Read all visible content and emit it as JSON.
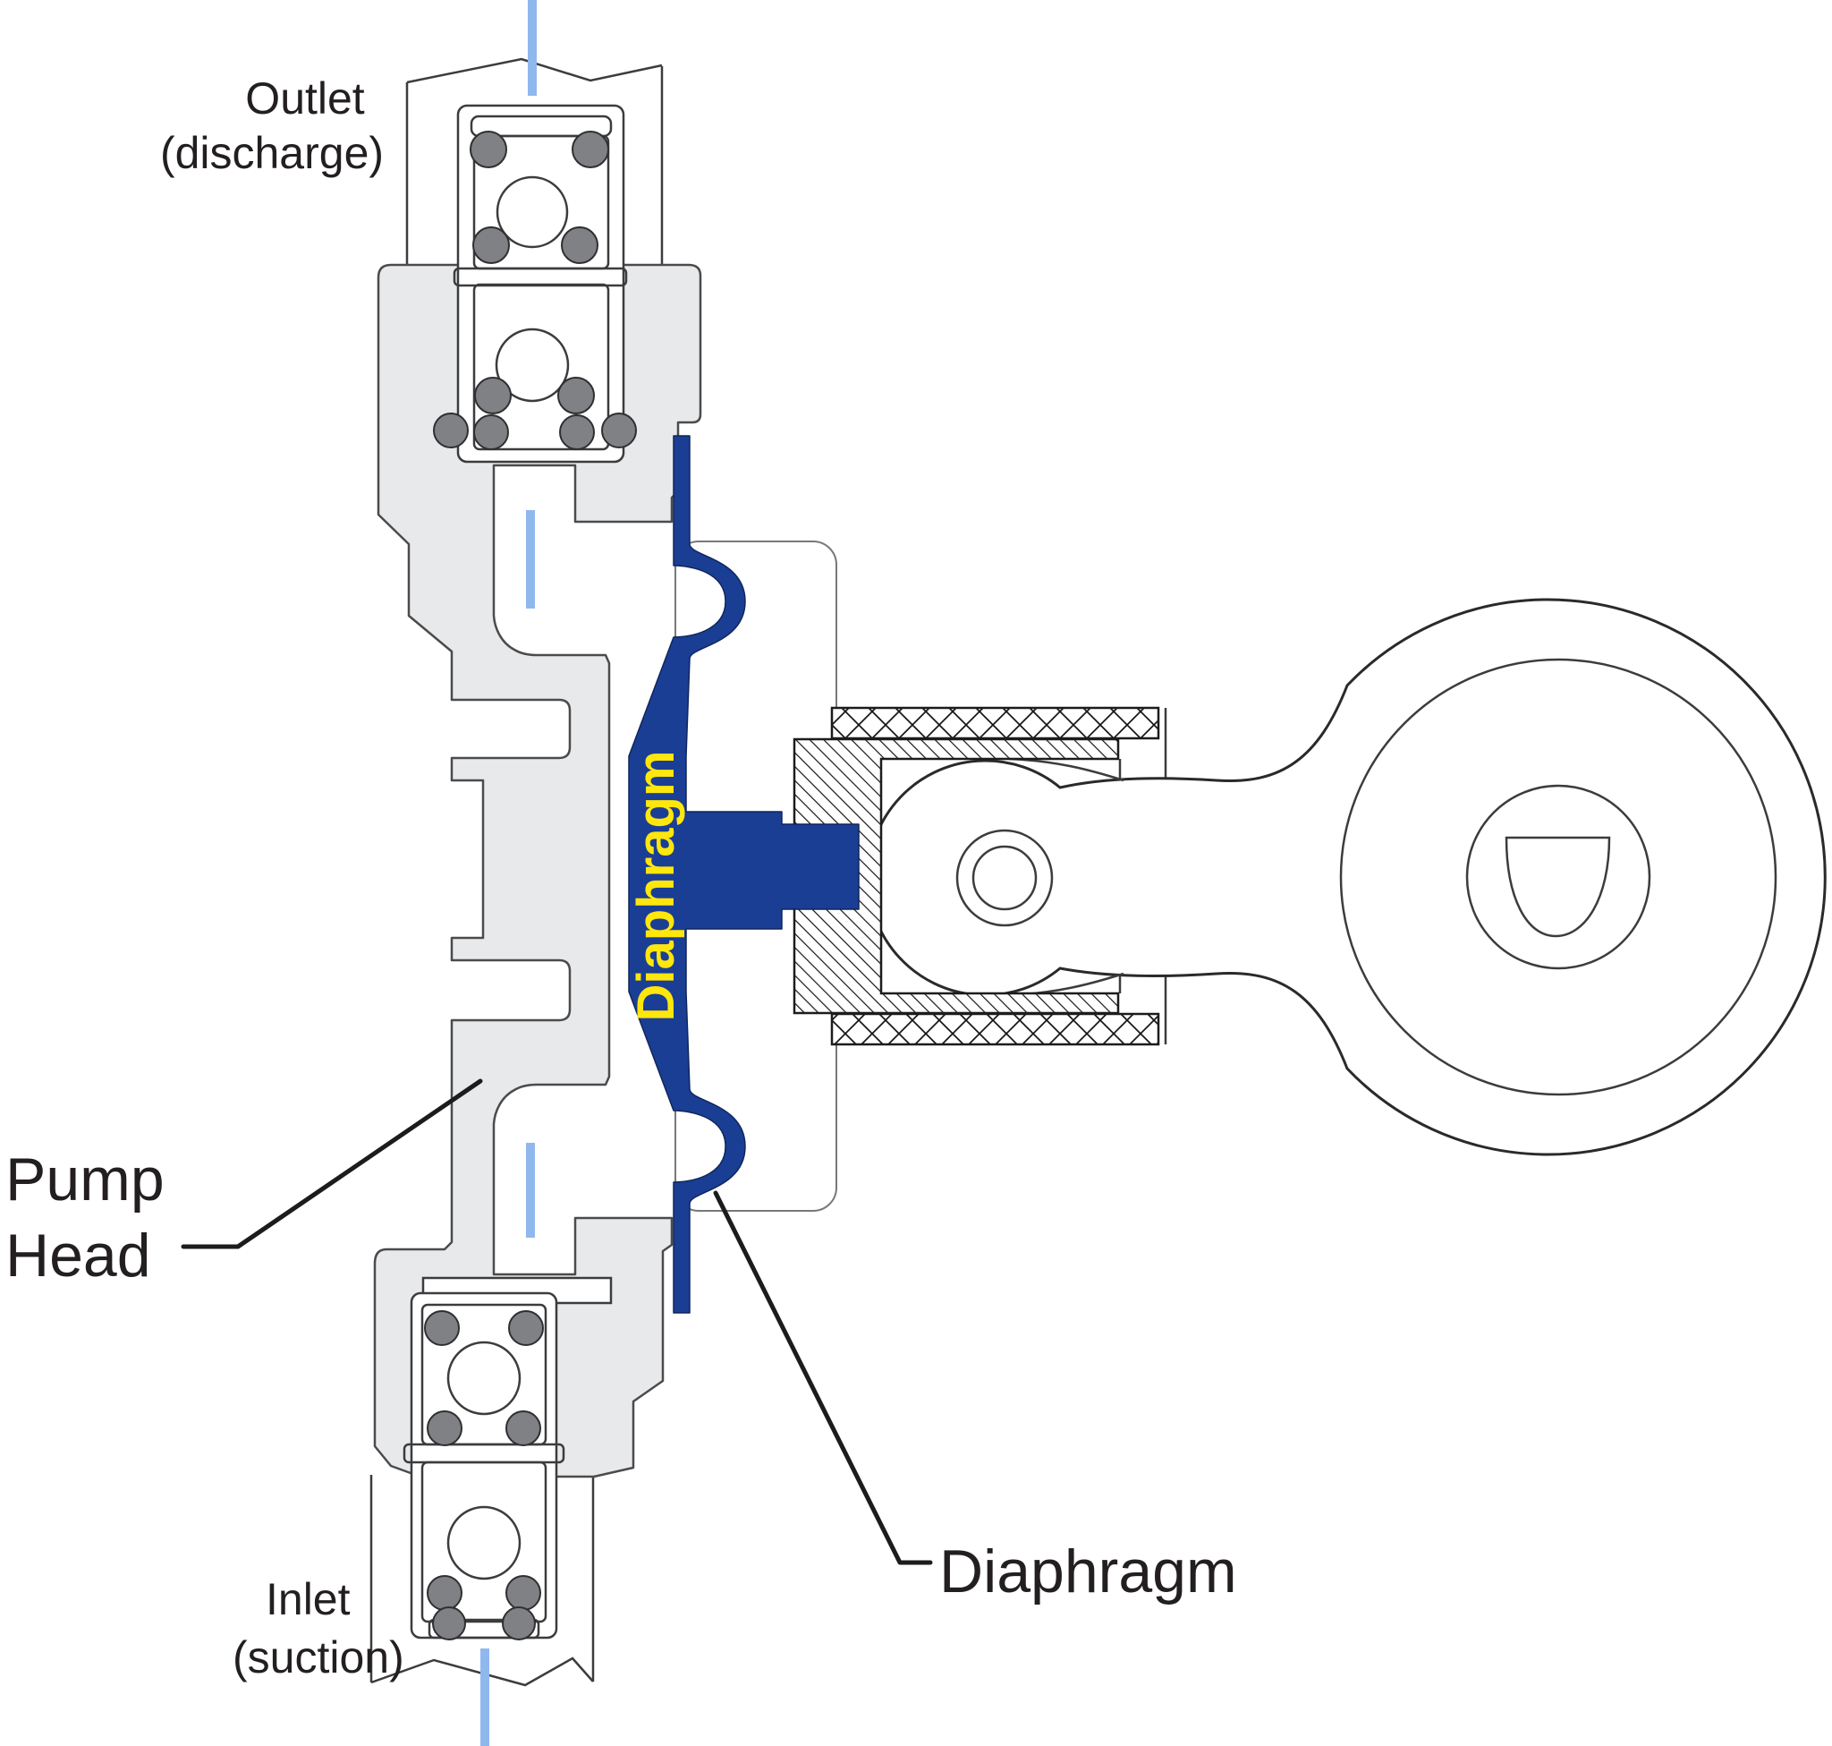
{
  "diagram": {
    "labels": {
      "outlet_line1": "Outlet",
      "outlet_line2": "(discharge)",
      "inlet_line1": "Inlet",
      "inlet_line2": "(suction)",
      "pump_head_line1": "Pump",
      "pump_head_line2": "Head",
      "diaphragm_part_text": "Diaphragm",
      "diaphragm_callout": "Diaphragm"
    },
    "colors": {
      "diaphragm_blue": "#1a3e94",
      "diaphragm_text_yellow": "#ffe60d",
      "centerline_light_blue": "#8fb8ef",
      "pump_head_gray": "#e8e9eb",
      "label_text": "#231f20",
      "oring_gray": "#7f8184",
      "line_dark": "#3c3c3e"
    }
  }
}
